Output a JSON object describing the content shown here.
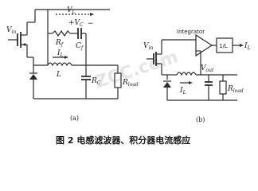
{
  "caption": "图 2   电感滤波器、积分器电流感应",
  "panels": {
    "a": "(a)",
    "b": "(b)"
  },
  "watermark": "ZCC.com",
  "labels": {
    "v": "V",
    "i": "I",
    "r": "R",
    "c": "C",
    "l": "L",
    "plus": "+",
    "minus": "−",
    "in_sub": "in",
    "out_sub": "out",
    "l_sub": "L",
    "c_sub": "C",
    "f_sub": "f",
    "load_sub": "load",
    "integrator": "Integrator",
    "gain": "1/L"
  }
}
